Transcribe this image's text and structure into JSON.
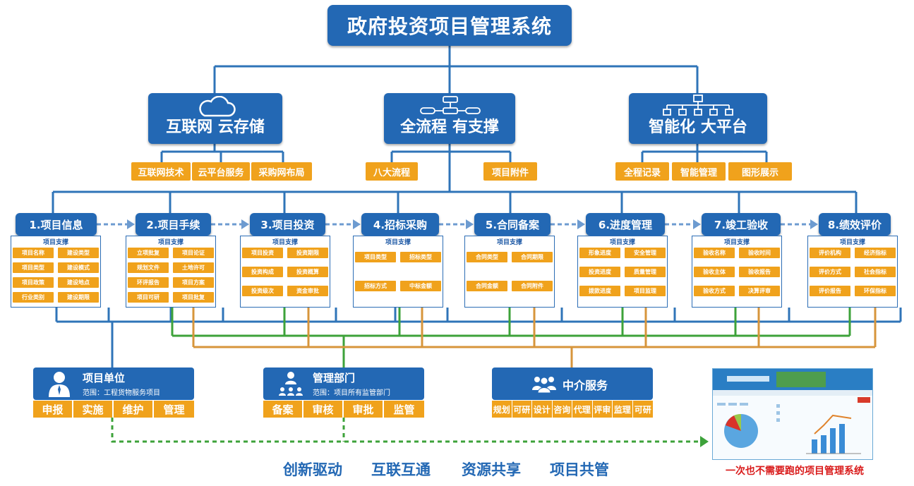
{
  "title": "政府投资项目管理系统",
  "pillars": [
    {
      "label": "互联网 云存储",
      "icon": "cloud-icon",
      "items": [
        "互联网技术",
        "云平台服务",
        "采购网布局"
      ]
    },
    {
      "label": "全流程 有支撑",
      "icon": "flowchart-icon",
      "items": [
        "八大流程",
        "项目附件"
      ]
    },
    {
      "label": "智能化 大平台",
      "icon": "network-tree-icon",
      "items": [
        "全程记录",
        "智能管理",
        "图形展示"
      ]
    }
  ],
  "support_label": "项目支撑",
  "stages": [
    {
      "label": "1.项目信息",
      "items": [
        "项目名称",
        "建设类型",
        "项目类型",
        "建设模式",
        "项目政策",
        "建设地点",
        "行业类别",
        "建设期限"
      ]
    },
    {
      "label": "2.项目手续",
      "items": [
        "立项批复",
        "项目论证",
        "规划文件",
        "土地许可",
        "环评报告",
        "项目方案",
        "项目可研",
        "项目批复"
      ]
    },
    {
      "label": "3.项目投资",
      "items": [
        "项目投资",
        "投资期限",
        "投资构成",
        "投资概算",
        "投资级次",
        "资金审批"
      ]
    },
    {
      "label": "4.招标采购",
      "items": [
        "项目类型",
        "招标类型",
        "招标方式",
        "中标金额"
      ]
    },
    {
      "label": "5.合同备案",
      "items": [
        "合同类型",
        "合同期限",
        "合同金额",
        "合同附件"
      ]
    },
    {
      "label": "6.进度管理",
      "items": [
        "形象进度",
        "安全管理",
        "投资进度",
        "质量管理",
        "拨款进度",
        "项目监理"
      ]
    },
    {
      "label": "7.竣工验收",
      "items": [
        "验收名称",
        "验收时间",
        "验收主体",
        "验收报告",
        "验收方式",
        "决算评审"
      ]
    },
    {
      "label": "8.绩效评价",
      "items": [
        "评价机构",
        "经济指标",
        "评价方式",
        "社会指标",
        "评价报告",
        "环保指标"
      ]
    }
  ],
  "orgs": [
    {
      "name": "项目单位",
      "scope": "范围：工程货物服务项目",
      "icon": "person-icon",
      "actions": [
        "申报",
        "实施",
        "维护",
        "管理"
      ]
    },
    {
      "name": "管理部门",
      "scope": "范围：项目所有监管部门",
      "icon": "team-icon",
      "actions": [
        "备案",
        "审核",
        "审批",
        "监管"
      ]
    },
    {
      "name": "中介服务",
      "scope": "",
      "icon": "group-icon",
      "actions": [
        "规划",
        "可研",
        "设计",
        "咨询",
        "代理",
        "评审",
        "监理",
        "可研"
      ]
    }
  ],
  "slogans": [
    "创新驱动",
    "互联互通",
    "资源共享",
    "项目共管"
  ],
  "screenshot_caption": "一次也不需要跑的项目管理系统",
  "colors": {
    "blue": "#2368b4",
    "orange": "#f0a21c",
    "green": "#3da23a",
    "tan": "#d7953b",
    "red": "#d91a1a"
  }
}
